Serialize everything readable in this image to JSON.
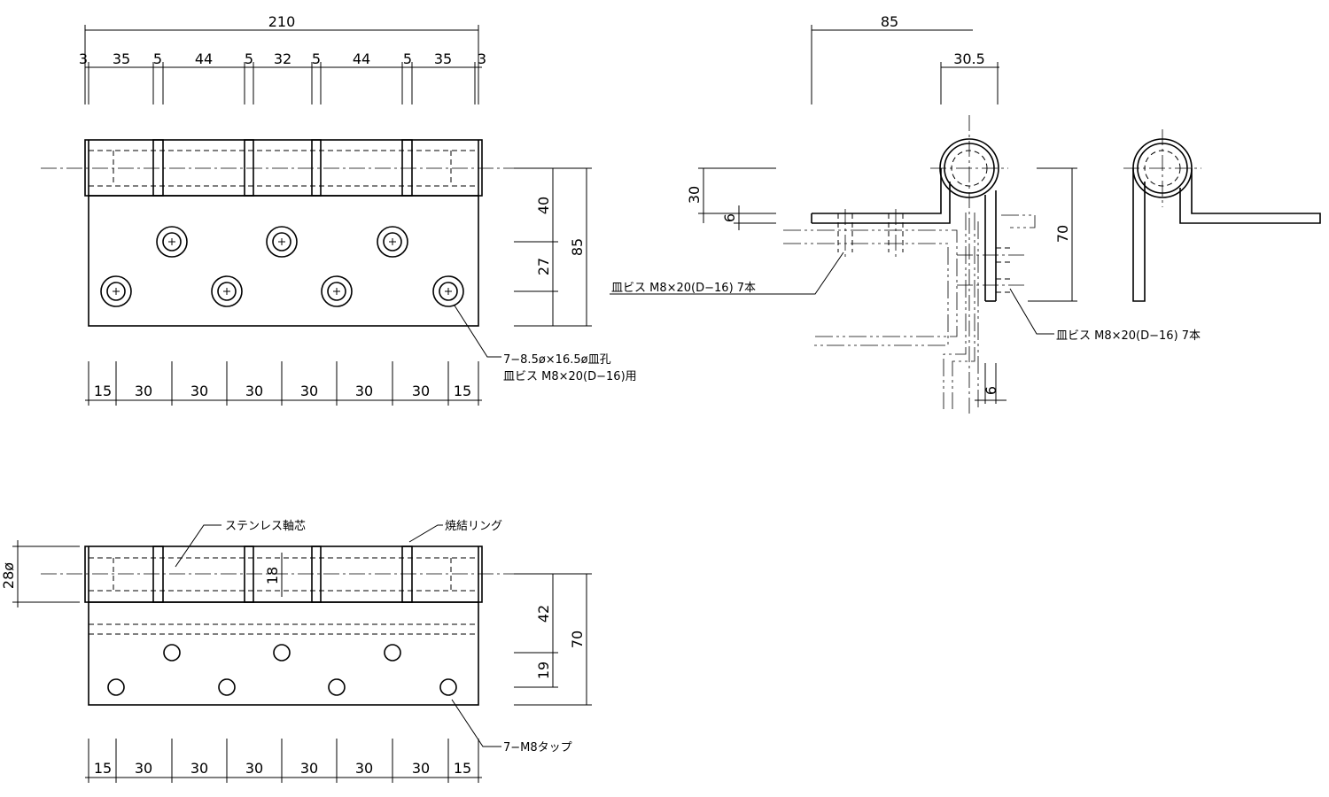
{
  "top_view": {
    "overall_width": "210",
    "knuckle_dims": [
      "3",
      "35",
      "5",
      "44",
      "5",
      "32",
      "5",
      "44",
      "5",
      "35",
      "3"
    ],
    "right_dims": [
      "40",
      "27",
      "85"
    ],
    "bottom_dims": [
      "15",
      "30",
      "30",
      "30",
      "30",
      "30",
      "30",
      "15"
    ],
    "hole_note_line1": "7−8.5ø×16.5ø皿孔",
    "hole_note_line2": "皿ビス M8×20(D−16)用"
  },
  "side_view": {
    "width_dim": "85",
    "knuckle_dim": "30.5",
    "left_dims": [
      "30",
      "6"
    ],
    "right_dim": "70",
    "bottom_dim": "6",
    "screw_note_left": "皿ビス M8×20(D−16) 7本",
    "screw_note_right": "皿ビス M8×20(D−16) 7本"
  },
  "bottom_view": {
    "pin_label": "ステンレス軸芯",
    "ring_label": "焼結リング",
    "diameter_dim": "28ø",
    "inner_dim": "18",
    "right_dims": [
      "42",
      "19",
      "70"
    ],
    "bottom_dims": [
      "15",
      "30",
      "30",
      "30",
      "30",
      "30",
      "30",
      "15"
    ],
    "tap_note": "7−M8タップ"
  }
}
